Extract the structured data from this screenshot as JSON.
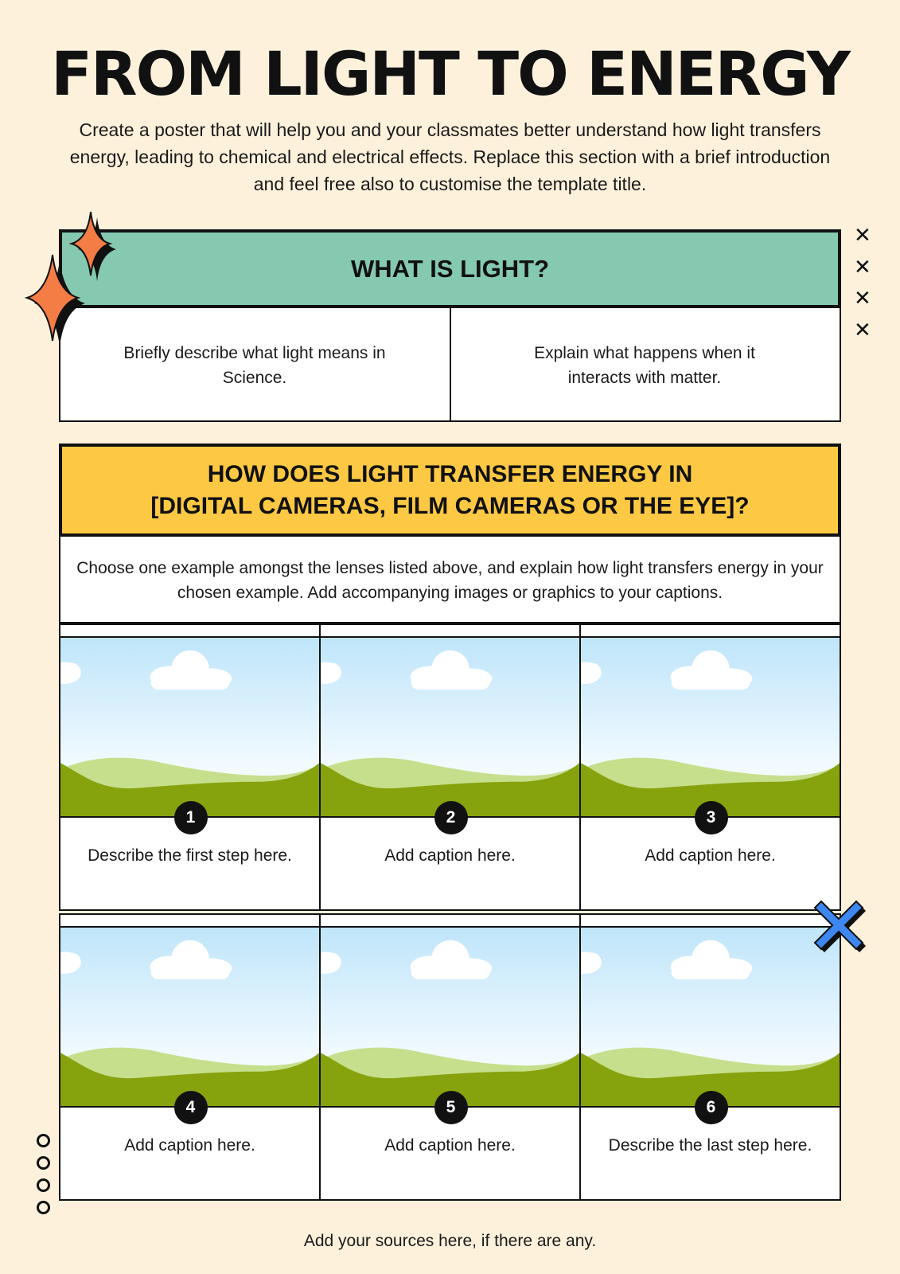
{
  "title": "FROM LIGHT TO ENERGY",
  "intro": "Create a poster that will help you and your classmates better understand how light transfers energy, leading to chemical and electrical effects. Replace this section with a brief introduction and feel free also to customise the template title.",
  "section1": {
    "heading": "WHAT IS LIGHT?",
    "left_text": "Briefly describe what light means in Science.",
    "right_text": "Explain what happens when it interacts with matter."
  },
  "section2": {
    "heading_line1": "HOW DOES LIGHT TRANSFER ENERGY IN",
    "heading_line2": "[DIGITAL CAMERAS, FILM CAMERAS OR THE EYE]?",
    "description": "Choose one example amongst the lenses listed above, and explain how light transfers energy in your chosen example. Add accompanying images or graphics to your captions."
  },
  "steps": [
    {
      "number": "1",
      "caption": "Describe the first step here."
    },
    {
      "number": "2",
      "caption": "Add caption here."
    },
    {
      "number": "3",
      "caption": "Add caption here."
    },
    {
      "number": "4",
      "caption": "Add caption here."
    },
    {
      "number": "5",
      "caption": "Add caption here."
    },
    {
      "number": "6",
      "caption": "Describe the last step here."
    }
  ],
  "sources": "Add your sources here, if there are any.",
  "colors": {
    "background": "#fdf1dc",
    "teal": "#85c9b1",
    "yellow": "#fdc843",
    "orange": "#f47c45",
    "blue": "#3e86f0"
  },
  "decorations": [
    "sparkle-icon",
    "x-mark-icon",
    "blue-x-icon",
    "circle-icon"
  ]
}
